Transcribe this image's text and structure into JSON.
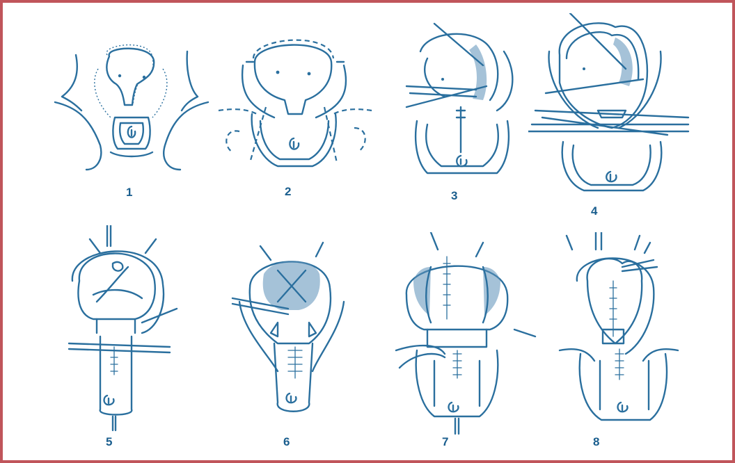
{
  "figure": {
    "border_color": "#c0555b",
    "ink_color": "#2a6f9e",
    "steps": [
      {
        "label": "1"
      },
      {
        "label": "2"
      },
      {
        "label": "3"
      },
      {
        "label": "4"
      },
      {
        "label": "5"
      },
      {
        "label": "6"
      },
      {
        "label": "7"
      },
      {
        "label": "8"
      }
    ]
  }
}
